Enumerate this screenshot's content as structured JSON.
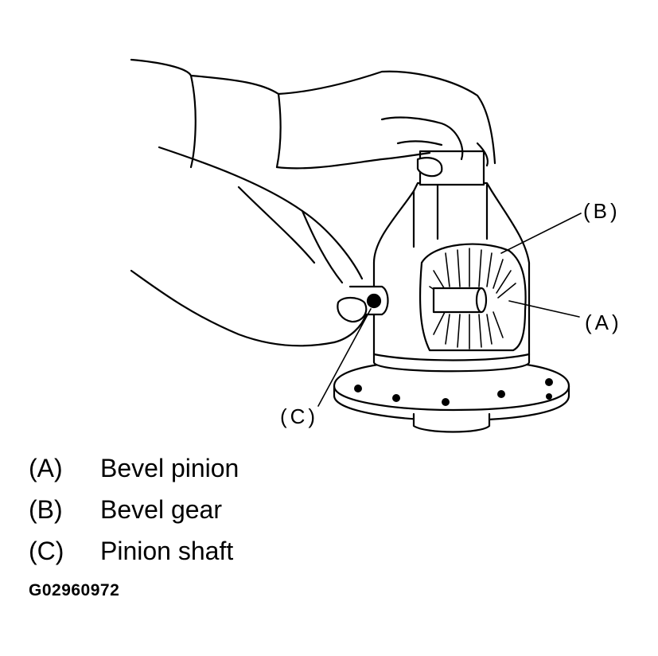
{
  "callouts": {
    "a": "(A)",
    "b": "(B)",
    "c": "(C)"
  },
  "legend": [
    {
      "key": "(A)",
      "text": "Bevel pinion"
    },
    {
      "key": "(B)",
      "text": "Bevel gear"
    },
    {
      "key": "(C)",
      "text": "Pinion shaft"
    }
  ],
  "figure_id": "G02960972",
  "colors": {
    "ink": "#000000",
    "paper": "#ffffff"
  }
}
